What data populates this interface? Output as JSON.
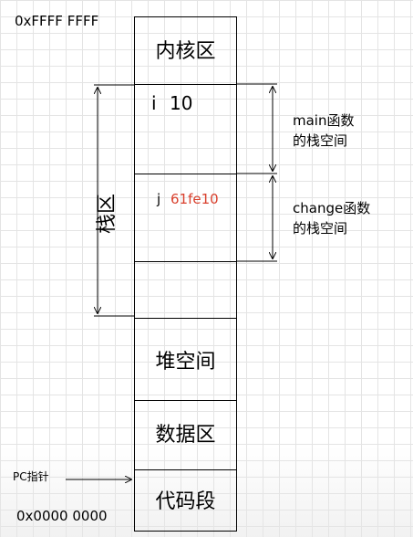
{
  "addresses": {
    "top": "0xFFFF FFFF",
    "bottom": "0x0000 0000"
  },
  "regions": {
    "kernel": "内核区",
    "heap": "堆空间",
    "data": "数据区",
    "code": "代码段"
  },
  "stack": {
    "label": "栈区",
    "main_var": {
      "name": "i",
      "value": "10"
    },
    "change_var": {
      "name": "j",
      "value": "61fe10",
      "value_color": "#d9402d"
    }
  },
  "frames": {
    "main": [
      "main函数",
      "的栈空间"
    ],
    "change": [
      "change函数",
      "的栈空间"
    ]
  },
  "pc": {
    "label": "PC指针"
  }
}
